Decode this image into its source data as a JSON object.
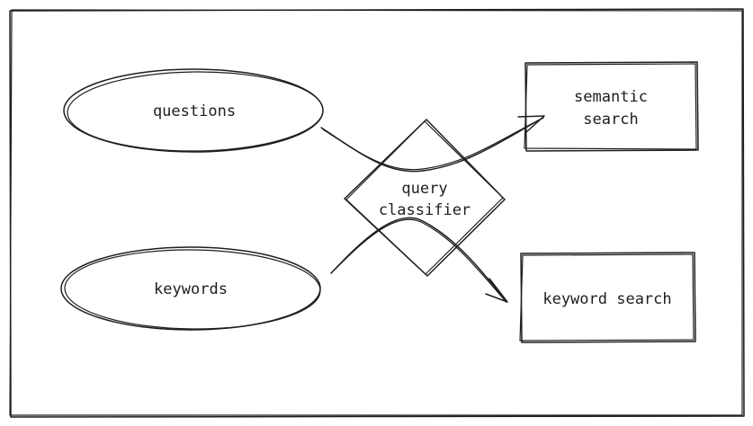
{
  "nodes": {
    "questions": {
      "label": "questions"
    },
    "keywords": {
      "label": "keywords"
    },
    "query_classifier": {
      "line1": "query",
      "line2": "classifier"
    },
    "semantic_search": {
      "line1": "semantic",
      "line2": "search"
    },
    "keyword_search": {
      "label": "keyword search"
    }
  },
  "edges": [
    {
      "from": "questions",
      "to": "semantic_search",
      "via": "query_classifier"
    },
    {
      "from": "keywords",
      "to": "keyword_search",
      "via": "query_classifier"
    }
  ],
  "colors": {
    "stroke": "#1e1e1e",
    "background": "#ffffff"
  }
}
